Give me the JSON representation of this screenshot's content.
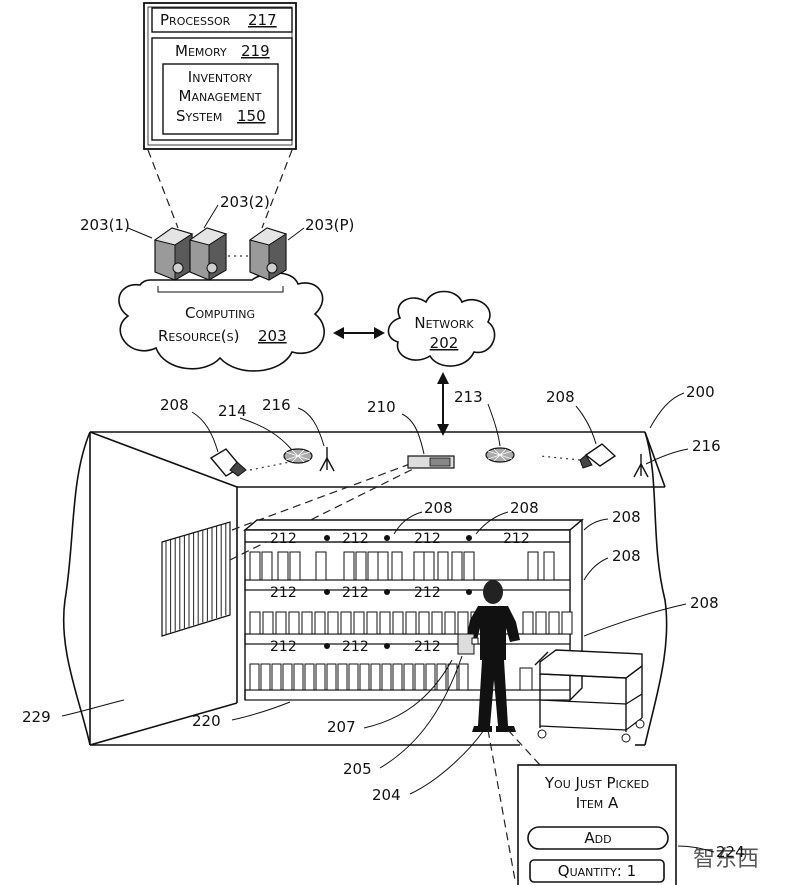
{
  "processor": {
    "label": "Processor",
    "ref": "217"
  },
  "memory": {
    "label": "Memory",
    "ref": "219"
  },
  "ims": {
    "line1": "Inventory",
    "line2": "Management",
    "line3": "System",
    "ref": "150"
  },
  "servers": {
    "s1": "203(1)",
    "s2": "203(2)",
    "sp": "203(P)"
  },
  "computing": {
    "line1": "Computing",
    "line2": "Resource(s)",
    "ref": "203"
  },
  "network": {
    "label": "Network",
    "ref": "202"
  },
  "refs": {
    "r200": "200",
    "r204": "204",
    "r205": "205",
    "r207": "207",
    "r208": "208",
    "r210": "210",
    "r212": "212",
    "r213": "213",
    "r214": "214",
    "r216": "216",
    "r220": "220",
    "r224": "224",
    "r229": "229"
  },
  "display": {
    "line1": "You Just Picked",
    "line2": "Item A",
    "add": "Add",
    "quantity": "Quantity: 1"
  },
  "watermark": "智东西"
}
